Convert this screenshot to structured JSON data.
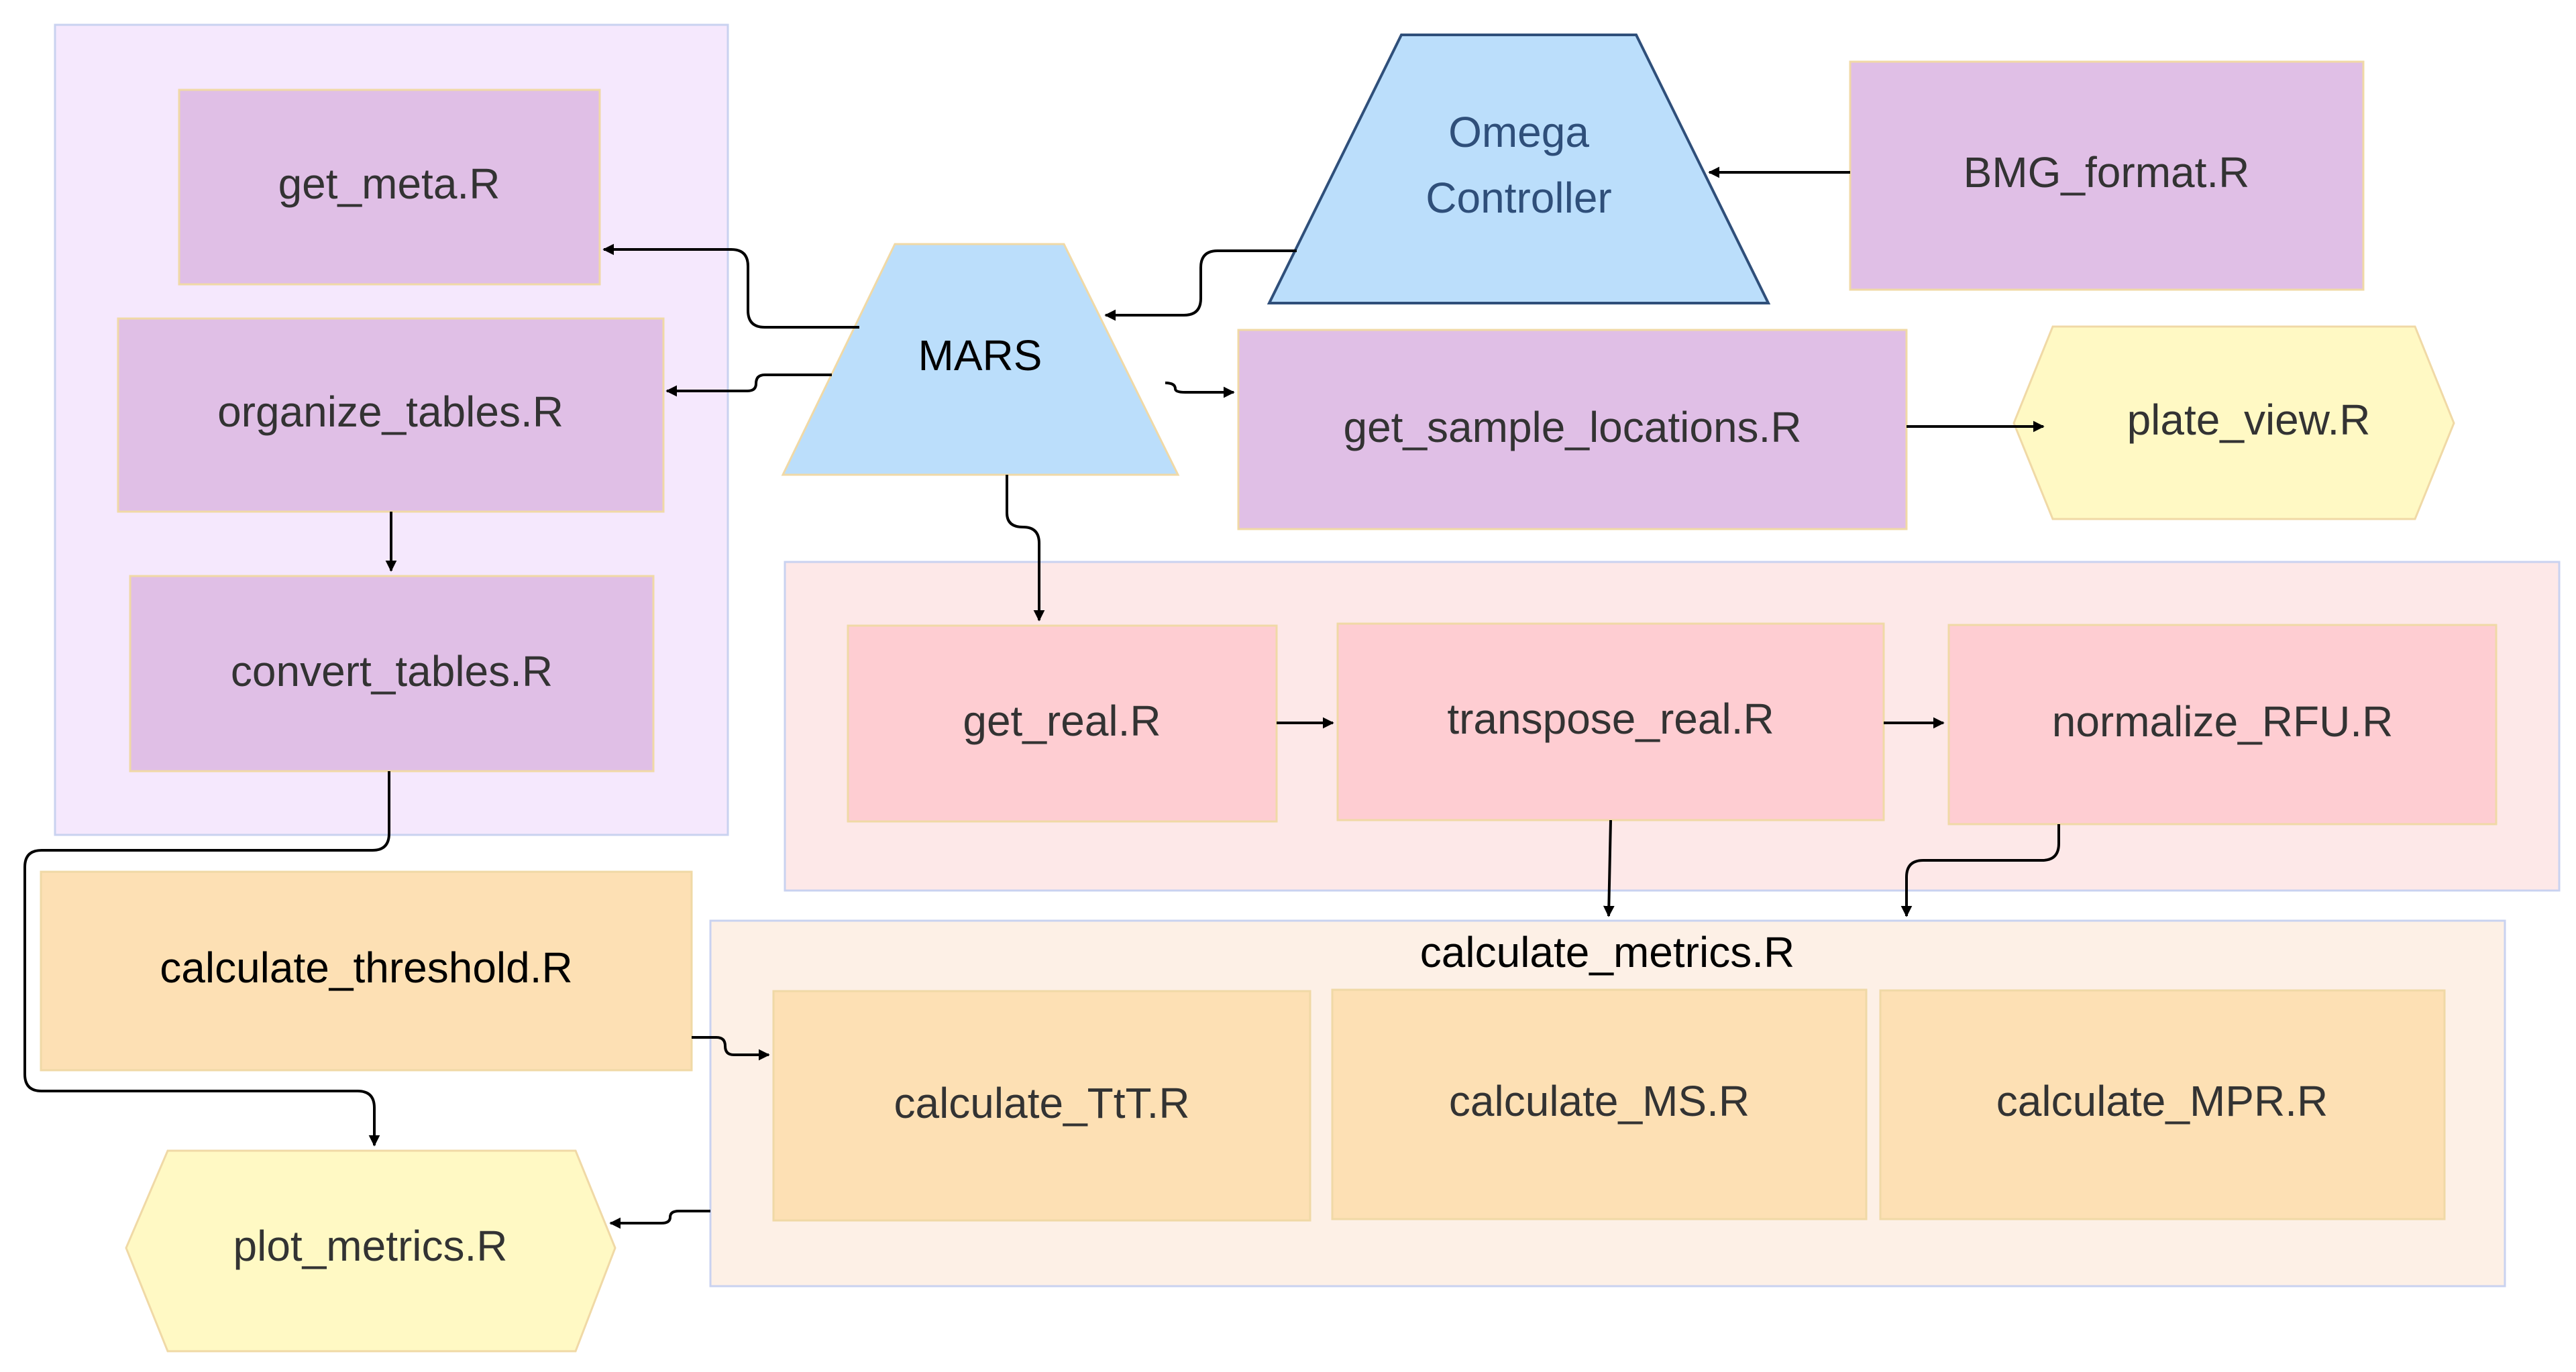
{
  "diagram": {
    "groups": {
      "purple": {
        "fill": "#f5e8fd",
        "stroke": "#c9d2f0"
      },
      "real": {
        "fill": "#fde8e8",
        "stroke": "#c9d2f0"
      },
      "metrics": {
        "fill": "#fdf0e6",
        "stroke": "#c9d2f0",
        "label": "calculate_metrics.R"
      }
    },
    "colors": {
      "purple_node": "#e0bfe6",
      "pink_node": "#fecdd2",
      "orange_node": "#fde0b4",
      "yellow_hex": "#fff9c4",
      "blue_trap": "#bbdefb",
      "edge": "#000000"
    },
    "nodes": {
      "get_meta": "get_meta.R",
      "organize_tables": "organize_tables.R",
      "convert_tables": "convert_tables.R",
      "mars": "MARS",
      "omega_line1": "Omega",
      "omega_line2": "Controller",
      "bmg_format": "BMG_format.R",
      "get_sample_locations": "get_sample_locations.R",
      "plate_view": "plate_view.R",
      "get_real": "get_real.R",
      "transpose_real": "transpose_real.R",
      "normalize_rfu": "normalize_RFU.R",
      "calculate_threshold": "calculate_threshold.R",
      "calculate_ttt": "calculate_TtT.R",
      "calculate_ms": "calculate_MS.R",
      "calculate_mpr": "calculate_MPR.R",
      "plot_metrics": "plot_metrics.R"
    }
  }
}
